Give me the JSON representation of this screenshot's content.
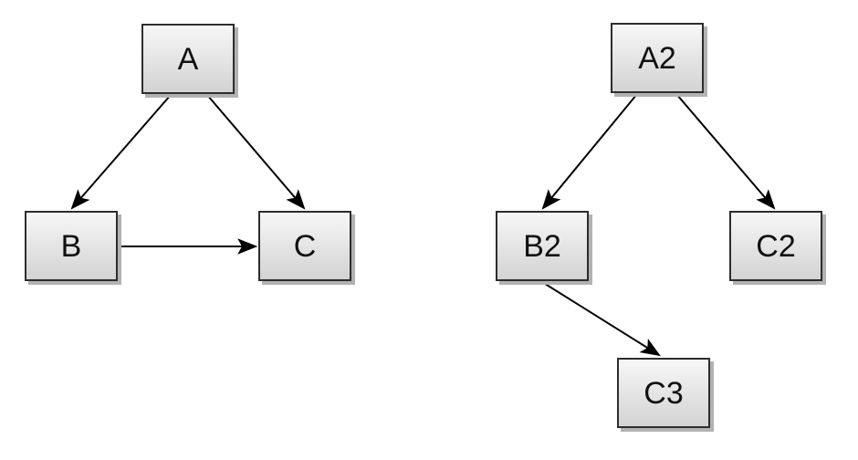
{
  "canvas": {
    "background": "#ffffff"
  },
  "colors": {
    "node_fill_top": "#f7f7f7",
    "node_fill_bottom": "#d3d3d3",
    "node_border": "#2d2d2d",
    "node_shadow": "#b2b2b2",
    "edge": "#000000",
    "label_text": "#111111"
  },
  "diagrams": [
    {
      "id": "left-graph",
      "nodes": [
        {
          "id": "A",
          "label": "A"
        },
        {
          "id": "B",
          "label": "B"
        },
        {
          "id": "C",
          "label": "C"
        }
      ],
      "edges": [
        {
          "from": "A",
          "to": "B"
        },
        {
          "from": "A",
          "to": "C"
        },
        {
          "from": "B",
          "to": "C"
        }
      ]
    },
    {
      "id": "right-graph",
      "nodes": [
        {
          "id": "A2",
          "label": "A2"
        },
        {
          "id": "B2",
          "label": "B2"
        },
        {
          "id": "C2",
          "label": "C2"
        },
        {
          "id": "C3",
          "label": "C3"
        }
      ],
      "edges": [
        {
          "from": "A2",
          "to": "B2"
        },
        {
          "from": "A2",
          "to": "C2"
        },
        {
          "from": "B2",
          "to": "C3"
        }
      ]
    }
  ]
}
